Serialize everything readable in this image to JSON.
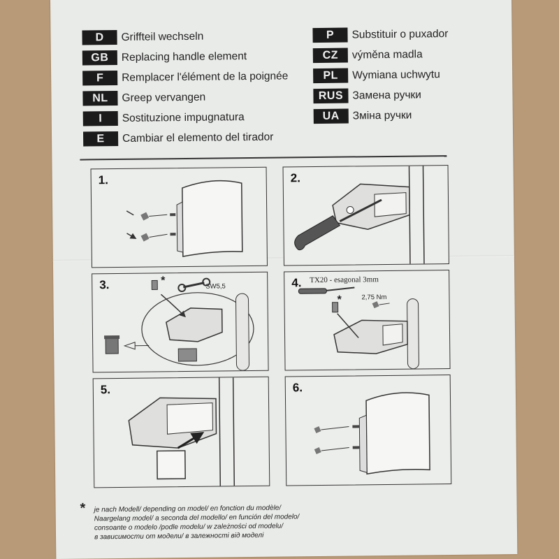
{
  "languages_left": [
    {
      "code": "D",
      "text": "Griffteil wechseln"
    },
    {
      "code": "GB",
      "text": "Replacing handle element"
    },
    {
      "code": "F",
      "text": "Remplacer l'élément de la poignée"
    },
    {
      "code": "NL",
      "text": "Greep vervangen"
    },
    {
      "code": "I",
      "text": "Sostituzione impugnatura"
    },
    {
      "code": "E",
      "text": "Cambiar el elemento del tirador"
    }
  ],
  "languages_right": [
    {
      "code": "P",
      "text": "Substituir o puxador"
    },
    {
      "code": "CZ",
      "text": "výměna madla"
    },
    {
      "code": "PL",
      "text": "Wymiana uchwytu"
    },
    {
      "code": "RUS",
      "text": "Замена ручки"
    },
    {
      "code": "UA",
      "text": "Зміна ручки"
    }
  ],
  "steps": {
    "s1": {
      "number": "1."
    },
    "s2": {
      "number": "2."
    },
    "s3": {
      "number": "3.",
      "asterisk": "*",
      "wrench_label": "SW5,5"
    },
    "s4": {
      "number": "4.",
      "tool_label": "TX20 - esagonal 3mm",
      "asterisk": "*",
      "torque_label": "2,75 Nm"
    },
    "s5": {
      "number": "5."
    },
    "s6": {
      "number": "6."
    }
  },
  "footnote": {
    "star": "*",
    "lines": [
      "je nach Modell/ depending on model/ en fonction du modèle/",
      "Naargelang model/ a seconda del modello/ en función del modelo/",
      "consoante o modelo /podle modelu/ w zależności od modelu/",
      "в зависимости от модели/ в залежності від моделі"
    ]
  }
}
